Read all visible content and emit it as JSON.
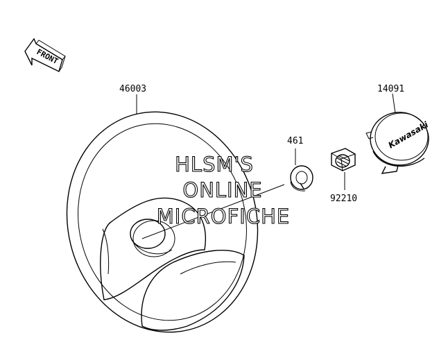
{
  "front_arrow": {
    "label": "FRONT"
  },
  "parts": [
    {
      "number": "46003"
    },
    {
      "number": "461"
    },
    {
      "number": "92210"
    },
    {
      "number": "14091"
    }
  ],
  "cap_logo": "Kawasaki",
  "watermark": {
    "line1": "HLSM'S",
    "line2": "ONLINE",
    "line3": "MICROFICHE"
  }
}
